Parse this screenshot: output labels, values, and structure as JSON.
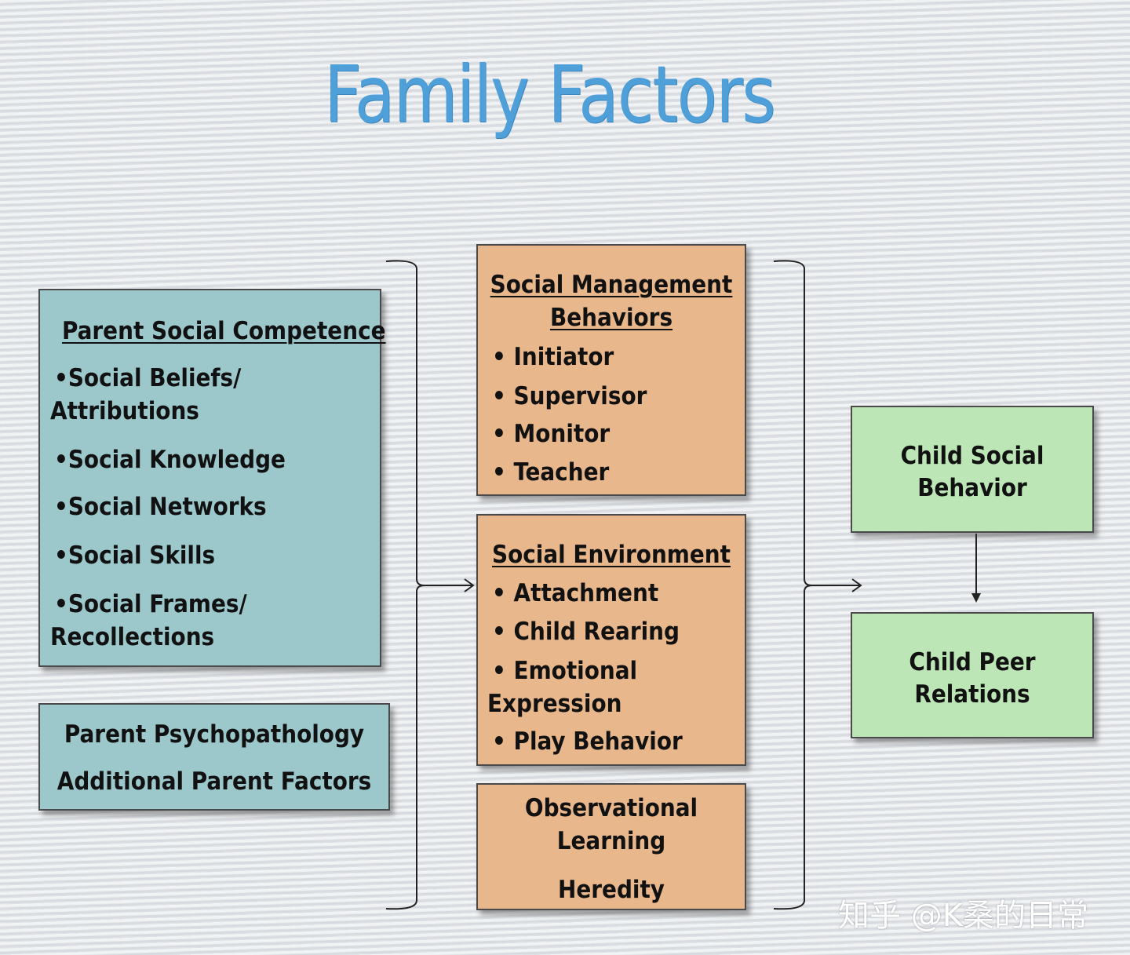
{
  "title": "Family Factors",
  "parent_social_competence": {
    "heading": "Parent Social Competence",
    "items": [
      "•Social Beliefs/",
      "Attributions",
      "•Social Knowledge",
      "•Social Networks",
      "•Social Skills",
      "•Social Frames/",
      "Recollections"
    ]
  },
  "parent_other": {
    "line1": "Parent Psychopathology",
    "line2": "Additional Parent Factors"
  },
  "social_management": {
    "heading_line1": "Social Management",
    "heading_line2": "Behaviors",
    "items": [
      "• Initiator",
      "• Supervisor",
      "• Monitor",
      "• Teacher"
    ]
  },
  "social_environment": {
    "heading": "Social Environment",
    "items": [
      "• Attachment",
      "• Child Rearing",
      "• Emotional",
      "Expression",
      "• Play Behavior"
    ]
  },
  "other_factors": {
    "line1": "Observational",
    "line2": "Learning",
    "line3": "Heredity"
  },
  "child_social_behavior": {
    "line1": "Child Social",
    "line2": "Behavior"
  },
  "child_peer_relations": {
    "line1": "Child Peer",
    "line2": "Relations"
  },
  "watermark": "知乎 @K桑的日常",
  "colors": {
    "title": "#4f9fd9",
    "parent_boxes": "#9cc8cc",
    "middle_boxes": "#e9b78c",
    "child_boxes": "#bde6b6"
  }
}
